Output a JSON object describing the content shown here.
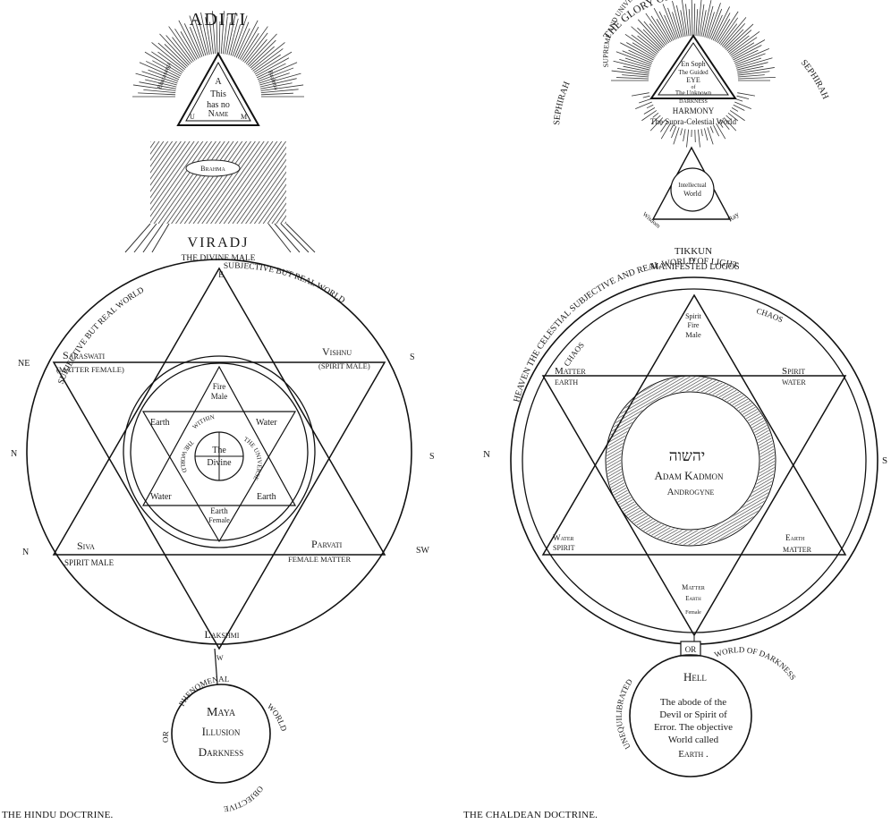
{
  "hindu": {
    "caption": "THE HINDU DOCTRINE.",
    "top_title": "ADITI",
    "triangle_lines": [
      "A",
      "This",
      "has no",
      "Name"
    ],
    "triangle_corner_left": "U",
    "triangle_corner_right": "M",
    "ray_left": "Bhutasarga",
    "ray_right": "Brahma",
    "cloud_label": "Brahma",
    "viradj": "VIRADJ",
    "divine_male": "THE DIVINE MALE",
    "arc_left": "SUBJECTIVE BUT REAL WORLD",
    "arc_right": "SUBJECTIVE BUT REAL WORLD",
    "top_point": "E",
    "dir_ne": "NE",
    "dir_s_upper": "S",
    "dir_n_mid": "N",
    "dir_s_mid": "S",
    "dir_n_low": "N",
    "dir_sw": "SW",
    "saraswati": "Saraswati",
    "matter_female": "(MATTER FEMALE)",
    "vishnu": "Vishnu",
    "spirit_male": "(SPIRIT MALE)",
    "siva": "Siva",
    "siva_sub": "SPIRIT MALE",
    "parvati": "Parvati",
    "parvati_sub": "FEMALE MATTER",
    "inner_fire": [
      "Fire",
      "Male"
    ],
    "inner_earth_left": "Earth",
    "inner_water_right": "Water",
    "inner_water_left": "Water",
    "inner_earth_right": "Earth",
    "inner_earth_bottom": [
      "Earth",
      "Female"
    ],
    "within_text": "WITHIN",
    "world_text": "THE WORLD",
    "universe_text": "THE UNIVERSE",
    "center": [
      "The",
      "Divine"
    ],
    "lakshmi": "Lakshmi",
    "bottom_w": "W",
    "phenomenal": "PHENOMENAL",
    "world_right": "WORLD",
    "or_left": "OR",
    "objective": "OBJECTIVE",
    "maya": [
      "Maya",
      "Illusion",
      "Darkness"
    ]
  },
  "chaldean": {
    "caption": "THE CHALDEAN DOCTRINE.",
    "arc_top": "THE GLORY OF ENSOPH",
    "sephirah_left": "SEPHIRAH",
    "sephirah_right": "SEPHIRAH",
    "supreme": "SUPREME AND UNIVERSAL SOUL",
    "triangle_lines": [
      "En Soph",
      "The Guided",
      "EYE",
      "of",
      "The Unknown",
      "DARKNESS"
    ],
    "harmony": "HARMONY",
    "supra": "The Supra-Celestial World",
    "small_circle": [
      "Intellectual",
      "World"
    ],
    "small_left": "Wisdom",
    "small_right": "Ray",
    "tikkun": "TIKKUN",
    "of": "OF",
    "manifested": "MANIFESTED LOGOS",
    "arc_heaven": "HEAVEN THE CELESTIAL SUBJECTIVE AND REAL WORLD OF LIGHT",
    "chaos_left": "CHAOS",
    "chaos_right": "CHAOS",
    "dir_n": "N",
    "dir_s": "S",
    "top_point": [
      "Spirit",
      "Fire",
      "Male"
    ],
    "matter_earth": [
      "Matter",
      "EARTH"
    ],
    "spirit_water": [
      "Spirit",
      "WATER"
    ],
    "water_spirit": [
      "Water",
      "SPIRIT"
    ],
    "earth_matter": [
      "Earth",
      "MATTER"
    ],
    "bottom_point": [
      "Matter",
      "Earth",
      "Female"
    ],
    "hebrew": "יהשוה",
    "adam": "Adam Kadmon",
    "androgyne": "Androgyne",
    "or": "OR",
    "unequilibrated": "UNEQUILIBRATED",
    "world_darkness": "WORLD OF DARKNESS",
    "hell": "Hell",
    "hell_text": [
      "The abode of the",
      "Devil or Spirit of",
      "Error. The objective",
      "World called",
      "Earth ."
    ]
  }
}
